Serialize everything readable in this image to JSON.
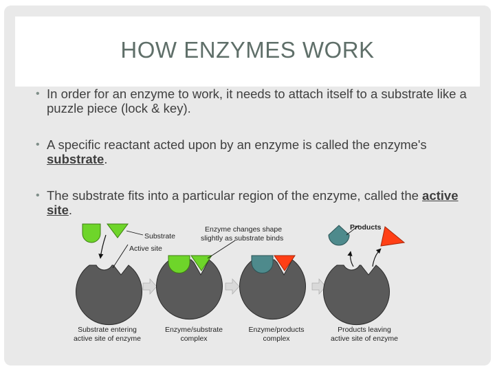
{
  "slide": {
    "title": "HOW ENZYMES WORK",
    "bullets": [
      {
        "pre": "In order for an enzyme to work, it needs to attach itself to a substrate like a puzzle piece (lock & key).",
        "bold": "",
        "post": ""
      },
      {
        "pre": "A specific reactant acted upon by an enzyme is called the enzyme's ",
        "bold": "substrate",
        "post": "."
      },
      {
        "pre": "The substrate fits into a particular region of the enzyme, called the ",
        "bold": "active site",
        "post": "."
      }
    ]
  },
  "diagram": {
    "labels": {
      "substrate": "Substrate",
      "active_site": "Active site",
      "shape_change_1": "Enzyme changes shape",
      "shape_change_2": "slightly as substrate binds",
      "products": "Products",
      "stage1_a": "Substrate entering",
      "stage1_b": "active site of enzyme",
      "stage2_a": "Enzyme/substrate",
      "stage2_b": "complex",
      "stage3_a": "Enzyme/products",
      "stage3_b": "complex",
      "stage4_a": "Products leaving",
      "stage4_b": "active site of enzyme"
    },
    "colors": {
      "enzyme": "#5a5a5a",
      "substrate": "#6ed52a",
      "product_round": "#4e8a8c",
      "product_triangle": "#ff3f15",
      "arrow": "#d9d9d9"
    }
  }
}
